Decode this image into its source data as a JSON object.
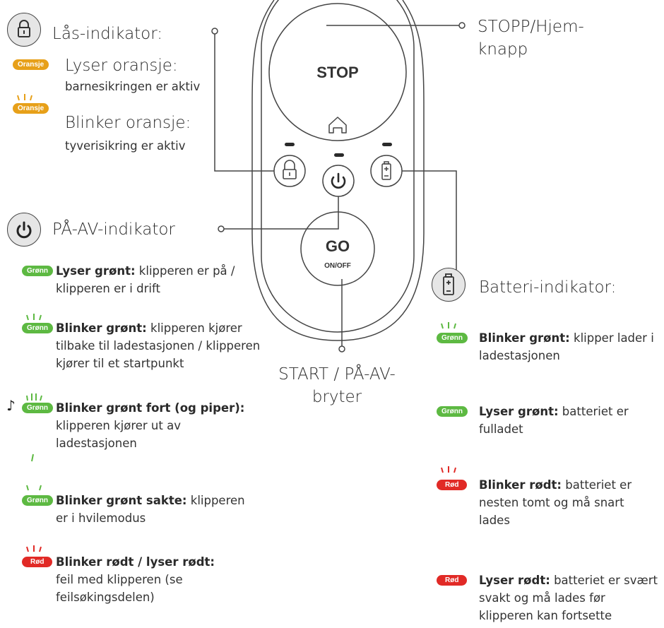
{
  "colors": {
    "green": "#5db942",
    "red": "#e12a26",
    "orange": "#e7a019",
    "line": "#444444"
  },
  "remote": {
    "stop_label": "STOP",
    "go_label": "GO",
    "go_sublabel": "ON/OFF",
    "icons": [
      "home-icon",
      "lock-icon",
      "power-icon",
      "battery-icon"
    ]
  },
  "callouts": {
    "stop": "STOPP/Hjem-\nknapp",
    "start": "START / PÅ-AV-\nbryter"
  },
  "lock": {
    "heading": "Lås-indikator:",
    "items": [
      {
        "badge": "Oransje",
        "title": "Lyser oransje:",
        "text": "barnesikringen er aktiv"
      },
      {
        "badge": "Oransje",
        "title": "Blinker oransje:",
        "text": "tyverisikring er aktiv"
      }
    ]
  },
  "power": {
    "heading": "PÅ-AV-indikator",
    "items": [
      {
        "badge": "Grønn",
        "bold": "Lyser grønt:",
        "text": " klipperen er på / klipperen er i drift"
      },
      {
        "badge": "Grønn",
        "bold": "Blinker grønt:",
        "text": " klipperen kjører tilbake til ladestasjonen / klipperen kjører til et startpunkt"
      },
      {
        "badge": "Grønn",
        "bold": "Blinker grønt fort (og piper):",
        "text": " klipperen kjører ut av ladestasjonen"
      },
      {
        "badge": "Grønn",
        "bold": "Blinker grønt sakte:",
        "text": " klipperen er i hvilemodus"
      },
      {
        "badge": "Rød",
        "bold": "Blinker rødt / lyser rødt:",
        "text": " feil med klipperen (se feilsøkingsdelen)"
      }
    ]
  },
  "battery": {
    "heading": "Batteri-indikator:",
    "items": [
      {
        "badge": "Grønn",
        "bold": "Blinker grønt:",
        "text": " klipper lader i ladestasjonen"
      },
      {
        "badge": "Grønn",
        "bold": "Lyser grønt:",
        "text": " batteriet er fulladet"
      },
      {
        "badge": "Rød",
        "bold": "Blinker rødt:",
        "text": " batteriet er nesten tomt og må snart lades"
      },
      {
        "badge": "Rød",
        "bold": "Lyser rødt:",
        "text": " batteriet er svært svakt og må lades før klipperen kan fortsette"
      }
    ]
  }
}
